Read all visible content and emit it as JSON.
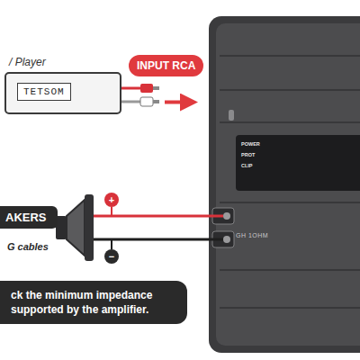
{
  "diagram": {
    "nodes": [
      {
        "text": [
          "TETSOM"
        ]
      },
      {
        "text": [
          "INPUT RCA"
        ]
      },
      {
        "text": [
          "GH 1OHM"
        ]
      },
      {
        "text": [
          "POWER",
          "PROT",
          "CLIP"
        ],
        "in": 2
      },
      {
        "text": [
          "AKERS"
        ]
      },
      {
        "text": [
          "ck the minimum impedance supported by the amplifier."
        ]
      }
    ],
    "edges": [
      {
        "from": 0,
        "to": 2,
        "arrow": "to"
      }
    ],
    "labels": [
      "/ Player",
      "G cables",
      "+",
      "−"
    ]
  }
}
